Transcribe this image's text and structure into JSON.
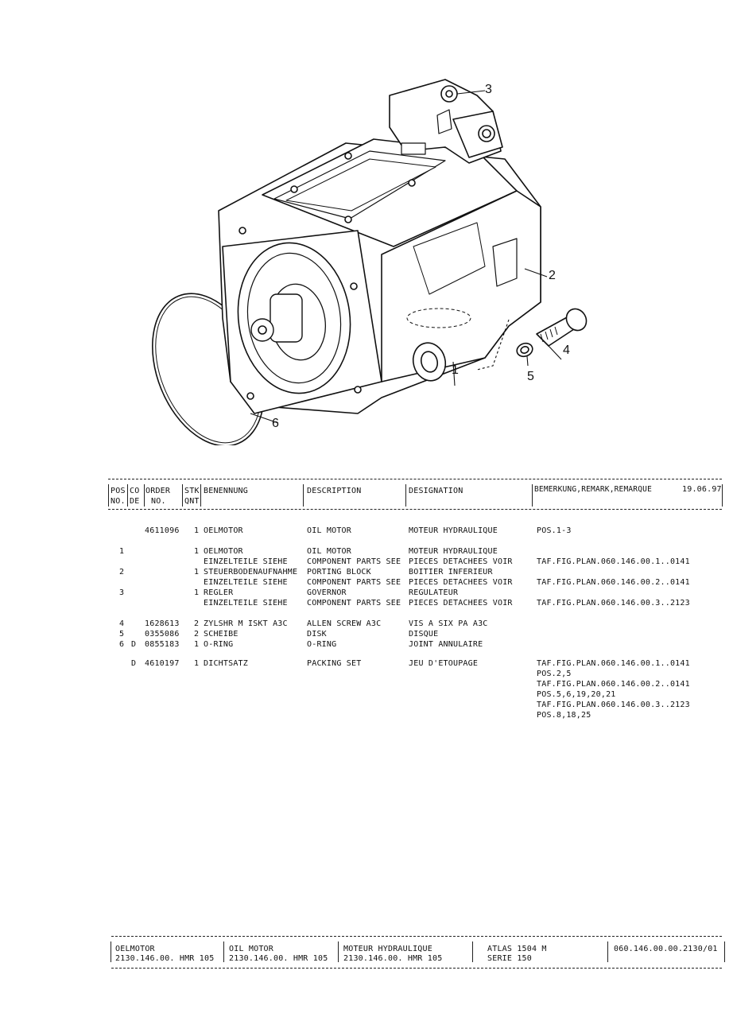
{
  "callouts": [
    "3",
    "2",
    "4",
    "5",
    "1",
    "6"
  ],
  "header": {
    "pos": [
      "POS",
      "NO."
    ],
    "co": [
      "CO",
      "DE"
    ],
    "order": [
      "ORDER",
      "NO."
    ],
    "stk": [
      "STK",
      "QNT"
    ],
    "benennung": "BENENNUNG",
    "description": "DESCRIPTION",
    "designation": "DESIGNATION",
    "remark": "BEMERKUNG,REMARK,REMARQUE",
    "date": "19.06.97"
  },
  "rows": [
    {
      "pos": "",
      "co": "",
      "order": "4611096",
      "qty": "1",
      "name": "OELMOTOR",
      "desc": "OIL MOTOR",
      "desig": "MOTEUR HYDRAULIQUE",
      "remark": "POS.1-3"
    },
    {
      "pos": "1",
      "co": "",
      "order": "",
      "qty": "1",
      "name": "OELMOTOR",
      "desc": "OIL MOTOR",
      "desig": "MOTEUR HYDRAULIQUE",
      "remark": ""
    },
    {
      "pos": "",
      "co": "",
      "order": "",
      "qty": "",
      "name": "EINZELTEILE SIEHE",
      "desc": "COMPONENT PARTS SEE",
      "desig": "PIECES DETACHEES VOIR",
      "remark": "TAF.FIG.PLAN.060.146.00.1..0141"
    },
    {
      "pos": "2",
      "co": "",
      "order": "",
      "qty": "1",
      "name": "STEUERBODENAUFNAHME",
      "desc": "PORTING BLOCK",
      "desig": "BOITIER INFERIEUR",
      "remark": ""
    },
    {
      "pos": "",
      "co": "",
      "order": "",
      "qty": "",
      "name": "EINZELTEILE SIEHE",
      "desc": "COMPONENT PARTS SEE",
      "desig": "PIECES DETACHEES VOIR",
      "remark": "TAF.FIG.PLAN.060.146.00.2..0141"
    },
    {
      "pos": "3",
      "co": "",
      "order": "",
      "qty": "1",
      "name": "REGLER",
      "desc": "GOVERNOR",
      "desig": "REGULATEUR",
      "remark": ""
    },
    {
      "pos": "",
      "co": "",
      "order": "",
      "qty": "",
      "name": "EINZELTEILE SIEHE",
      "desc": "COMPONENT PARTS SEE",
      "desig": "PIECES DETACHEES VOIR",
      "remark": "TAF.FIG.PLAN.060.146.00.3..2123"
    },
    {
      "pos": "4",
      "co": "",
      "order": "1628613",
      "qty": "2",
      "name": "ZYLSHR M ISKT A3C",
      "desc": "ALLEN SCREW A3C",
      "desig": "VIS A SIX PA A3C",
      "remark": ""
    },
    {
      "pos": "5",
      "co": "",
      "order": "0355086",
      "qty": "2",
      "name": "SCHEIBE",
      "desc": "DISK",
      "desig": "DISQUE",
      "remark": ""
    },
    {
      "pos": "6",
      "co": "D",
      "order": "0855183",
      "qty": "1",
      "name": "O-RING",
      "desc": "O-RING",
      "desig": "JOINT ANNULAIRE",
      "remark": ""
    },
    {
      "pos": "",
      "co": "D",
      "order": "4610197",
      "qty": "1",
      "name": "DICHTSATZ",
      "desc": "PACKING SET",
      "desig": "JEU D'ETOUPAGE",
      "remark": "TAF.FIG.PLAN.060.146.00.1..0141"
    },
    {
      "pos": "",
      "co": "",
      "order": "",
      "qty": "",
      "name": "",
      "desc": "",
      "desig": "",
      "remark": "POS.2,5"
    },
    {
      "pos": "",
      "co": "",
      "order": "",
      "qty": "",
      "name": "",
      "desc": "",
      "desig": "",
      "remark": "TAF.FIG.PLAN.060.146.00.2..0141"
    },
    {
      "pos": "",
      "co": "",
      "order": "",
      "qty": "",
      "name": "",
      "desc": "",
      "desig": "",
      "remark": "POS.5,6,19,20,21"
    },
    {
      "pos": "",
      "co": "",
      "order": "",
      "qty": "",
      "name": "",
      "desc": "",
      "desig": "",
      "remark": "TAF.FIG.PLAN.060.146.00.3..2123"
    },
    {
      "pos": "",
      "co": "",
      "order": "",
      "qty": "",
      "name": "",
      "desc": "",
      "desig": "",
      "remark": "POS.8,18,25"
    }
  ],
  "footer": {
    "col1": [
      "OELMOTOR",
      "2130.146.00. HMR 105"
    ],
    "col2": [
      "OIL MOTOR",
      "2130.146.00. HMR 105"
    ],
    "col3": [
      "MOTEUR HYDRAULIQUE",
      "2130.146.00. HMR 105"
    ],
    "col4": [
      "ATLAS 1504 M",
      "SERIE 150"
    ],
    "col5": "060.146.00.00.2130/01"
  }
}
